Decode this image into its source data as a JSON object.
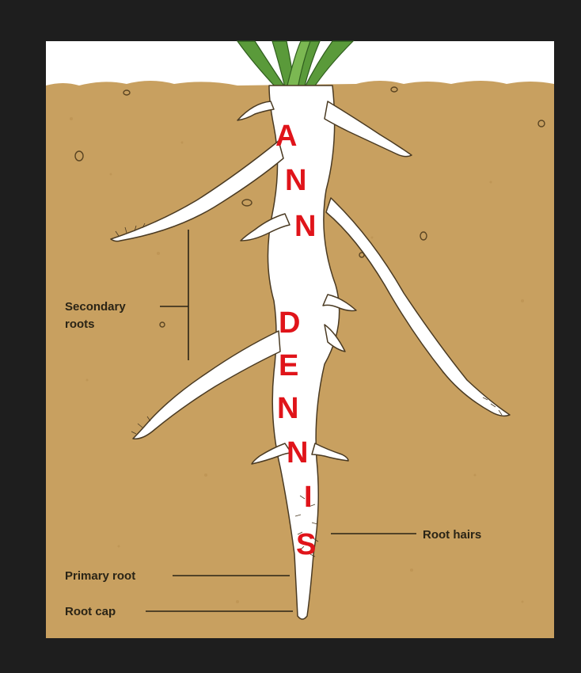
{
  "labels": {
    "secondary_roots_line1": "Secondary",
    "secondary_roots_line2": "roots",
    "root_hairs": "Root hairs",
    "primary_root": "Primary root",
    "root_cap": "Root cap"
  },
  "watermark": [
    "A",
    "N",
    "N",
    "D",
    "E",
    "N",
    "N",
    "I",
    "S"
  ],
  "colors": {
    "frame": "#1e1e1e",
    "soil": "#c8a060",
    "sky": "#ffffff",
    "root": "#ffffff",
    "leaf": "#5a9a3a",
    "label_text": "#2a2416",
    "watermark": "#e0141a"
  }
}
